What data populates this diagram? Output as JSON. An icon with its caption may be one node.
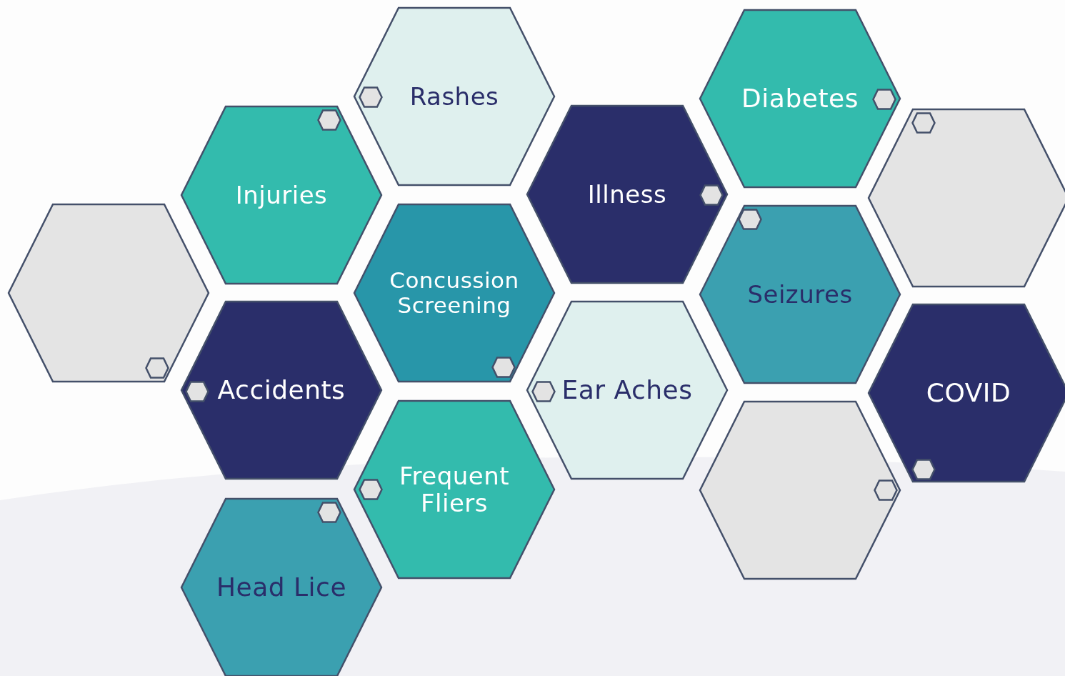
{
  "diagram": {
    "nodes": [
      {
        "text": [
          "Rashes"
        ]
      },
      {
        "text": [
          "Diabetes"
        ]
      },
      {
        "text": [
          "Injuries"
        ]
      },
      {
        "text": [
          "Illness"
        ]
      },
      {
        "text": [],
        "shape": "hexagon"
      },
      {
        "text": [],
        "shape": "hexagon"
      },
      {
        "text": [
          "Concussion Screening"
        ]
      },
      {
        "text": [
          "Seizures"
        ]
      },
      {
        "text": [
          "Accidents"
        ]
      },
      {
        "text": [
          "Ear Aches"
        ]
      },
      {
        "text": [
          "COVID"
        ]
      },
      {
        "text": [
          "Frequent Fliers"
        ]
      },
      {
        "text": [],
        "shape": "hexagon"
      },
      {
        "text": [
          "Head Lice"
        ]
      }
    ]
  }
}
